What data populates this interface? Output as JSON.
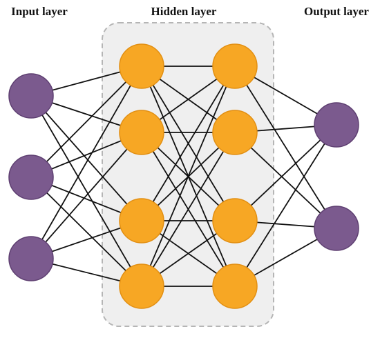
{
  "diagram": {
    "titles": {
      "input": "Input layer",
      "hidden": "Hidden layer",
      "output": "Output layer"
    },
    "colors": {
      "input_node": "#7b5a8e",
      "input_node_stroke": "#5e3f71",
      "hidden_node": "#f7a724",
      "hidden_node_stroke": "#e28f12",
      "output_node": "#7b5a8e",
      "output_node_stroke": "#5e3f71",
      "edge": "#111111",
      "hidden_box_fill": "#efefef",
      "hidden_box_stroke": "#b5b5b5"
    },
    "layers": [
      {
        "id": "input",
        "node_count": 3
      },
      {
        "id": "hidden-1",
        "node_count": 4
      },
      {
        "id": "hidden-2",
        "node_count": 4
      },
      {
        "id": "output",
        "node_count": 2
      }
    ],
    "connectivity": "fully-connected"
  }
}
